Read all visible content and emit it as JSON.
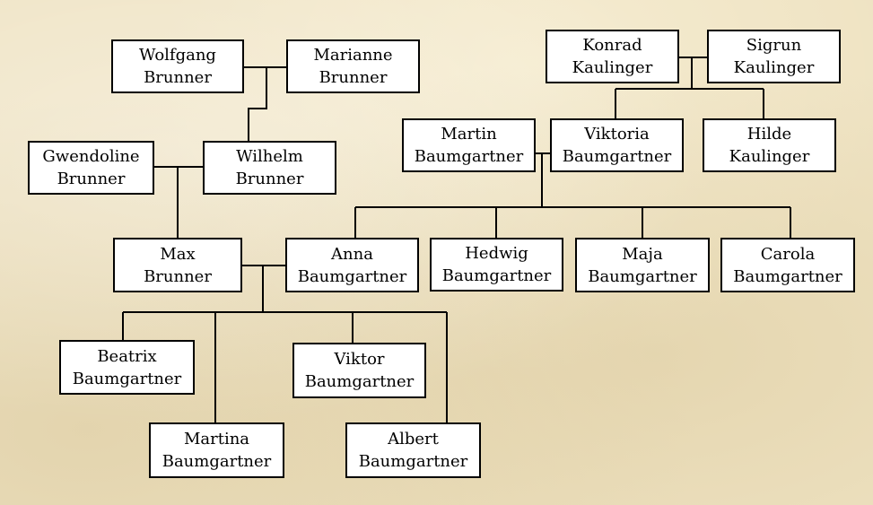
{
  "people": {
    "wolfgang": {
      "first": "Wolfgang",
      "last": "Brunner"
    },
    "marianne": {
      "first": "Marianne",
      "last": "Brunner"
    },
    "gwendoline": {
      "first": "Gwendoline",
      "last": "Brunner"
    },
    "wilhelm": {
      "first": "Wilhelm",
      "last": "Brunner"
    },
    "max": {
      "first": "Max",
      "last": "Brunner"
    },
    "anna": {
      "first": "Anna",
      "last": "Baumgartner"
    },
    "konrad": {
      "first": "Konrad",
      "last": "Kaulinger"
    },
    "sigrun": {
      "first": "Sigrun",
      "last": "Kaulinger"
    },
    "martin": {
      "first": "Martin",
      "last": "Baumgartner"
    },
    "viktoria": {
      "first": "Viktoria",
      "last": "Baumgartner"
    },
    "hilde": {
      "first": "Hilde",
      "last": "Kaulinger"
    },
    "hedwig": {
      "first": "Hedwig",
      "last": "Baumgartner"
    },
    "maja": {
      "first": "Maja",
      "last": "Baumgartner"
    },
    "carola": {
      "first": "Carola",
      "last": "Baumgartner"
    },
    "beatrix": {
      "first": "Beatrix",
      "last": "Baumgartner"
    },
    "viktor": {
      "first": "Viktor",
      "last": "Baumgartner"
    },
    "martina": {
      "first": "Martina",
      "last": "Baumgartner"
    },
    "albert": {
      "first": "Albert",
      "last": "Baumgartner"
    }
  }
}
